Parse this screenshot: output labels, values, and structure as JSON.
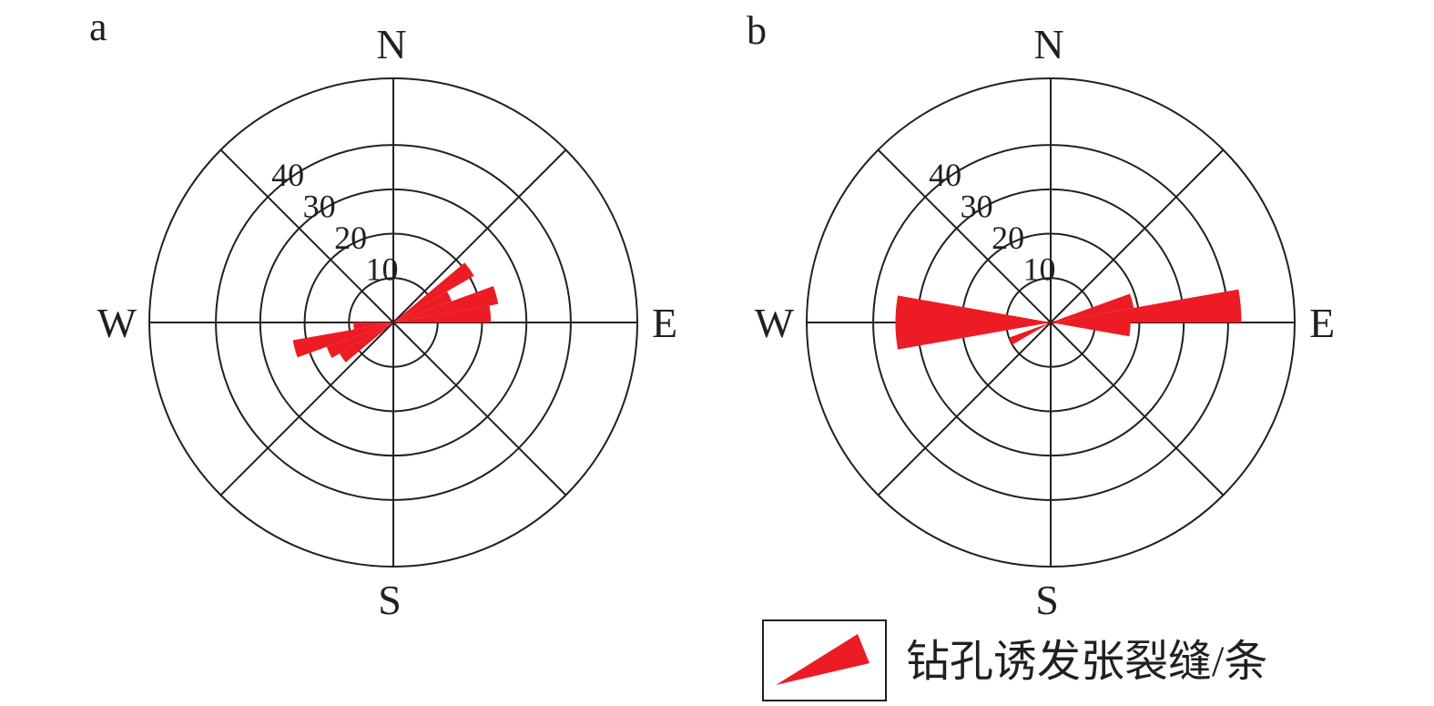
{
  "chart_data": [
    {
      "type": "rose",
      "panel_label": "a",
      "directions": {
        "north": "N",
        "east": "E",
        "south": "S",
        "west": "W"
      },
      "radial_ticks": [
        10,
        20,
        30,
        40
      ],
      "rmax": 55,
      "sector_width_deg": 10,
      "petals": [
        {
          "azimuth_deg": 55,
          "value": 21
        },
        {
          "azimuth_deg": 65,
          "value": 14
        },
        {
          "azimuth_deg": 75,
          "value": 24
        },
        {
          "azimuth_deg": 85,
          "value": 22
        },
        {
          "azimuth_deg": 235,
          "value": 14
        },
        {
          "azimuth_deg": 245,
          "value": 16
        },
        {
          "azimuth_deg": 255,
          "value": 23
        },
        {
          "azimuth_deg": 265,
          "value": 9
        }
      ]
    },
    {
      "type": "rose",
      "panel_label": "b",
      "directions": {
        "north": "N",
        "east": "E",
        "south": "S",
        "west": "W"
      },
      "radial_ticks": [
        10,
        20,
        30,
        40
      ],
      "rmax": 55,
      "sector_width_deg": 10,
      "petals": [
        {
          "azimuth_deg": 75,
          "value": 19
        },
        {
          "azimuth_deg": 85,
          "value": 43
        },
        {
          "azimuth_deg": 95,
          "value": 18
        },
        {
          "azimuth_deg": 245,
          "value": 10
        },
        {
          "azimuth_deg": 265,
          "value": 35
        },
        {
          "azimuth_deg": 275,
          "value": 35
        }
      ]
    }
  ],
  "legend": {
    "label": "钻孔诱发张裂缝/条",
    "color": "#ed1c24"
  },
  "colors": {
    "petal": "#ed1c24",
    "lines": "#231f20"
  }
}
